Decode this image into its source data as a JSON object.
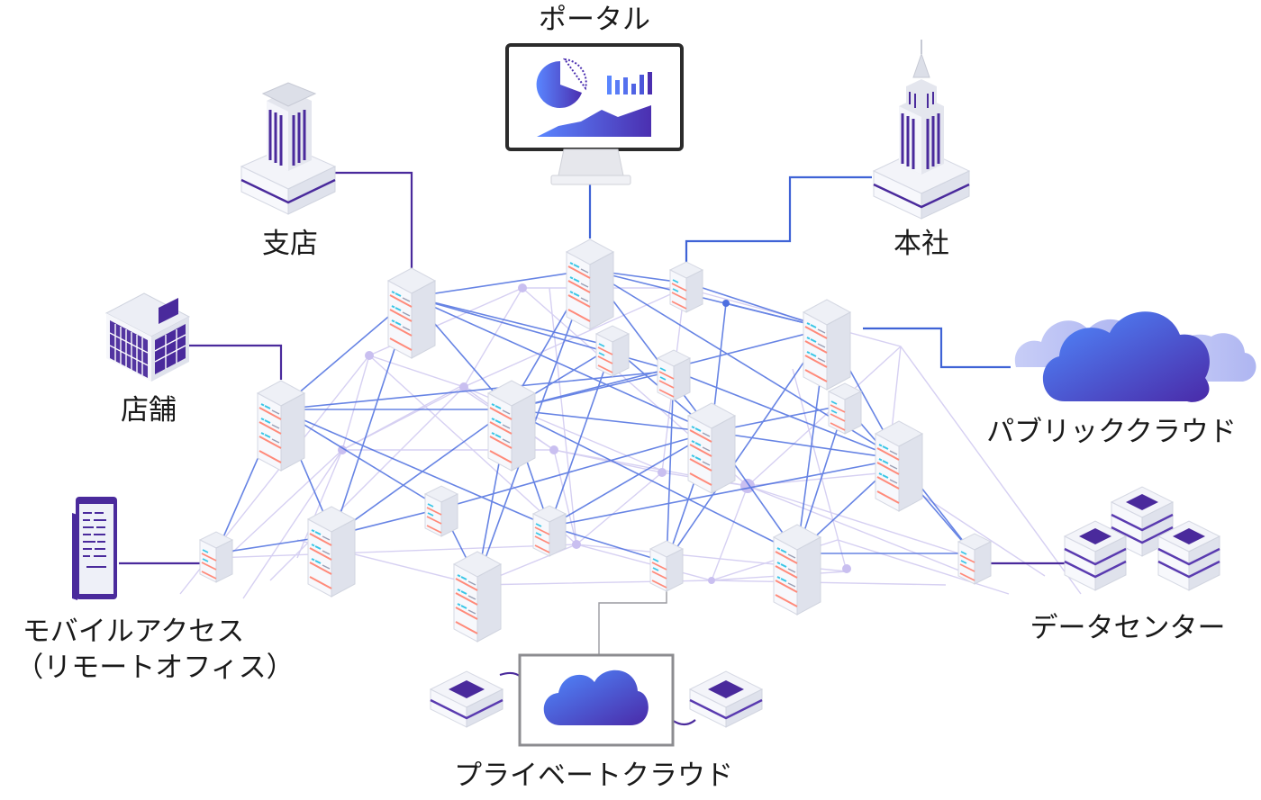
{
  "labels": {
    "portal": "ポータル",
    "branch": "支店",
    "headquarters": "本社",
    "store": "店舗",
    "public_cloud": "パブリッククラウド",
    "mobile_line1": "モバイルアクセス",
    "mobile_line2": "（リモートオフィス）",
    "data_center": "データセンター",
    "private_cloud": "プライベートクラウド"
  },
  "colors": {
    "line_strong": "#3f63d6",
    "line_light": "#c9bff0",
    "purple": "#4a2a9c",
    "blue": "#4f83ff"
  },
  "icons": [
    "monitor-icon",
    "office-tower-icon",
    "skyscraper-icon",
    "building-icon",
    "smartphone-icon",
    "cloud-icon",
    "server-rack-icon",
    "server-node-icon"
  ]
}
